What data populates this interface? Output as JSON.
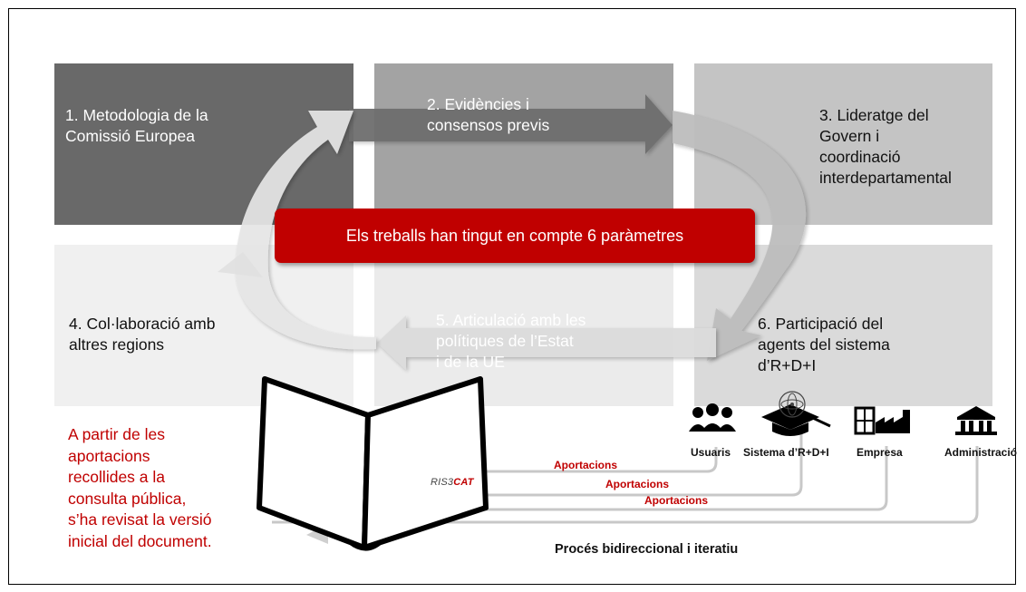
{
  "parameters": [
    {
      "label": "1. Metodologia de la\nComissió Europea",
      "color": "#696969"
    },
    {
      "label": "2. Evidències i\nconsensos previs",
      "color": "#a3a3a3"
    },
    {
      "label": "3. Lideratge del\nGovern i\ncoordinació\ninterdepartamental",
      "color": "#c4c4c4"
    },
    {
      "label": "4. Col·laboració amb\naltres regions",
      "color": "#f0f0f0"
    },
    {
      "label": "5. Articulació amb les\npolítiques de l’Estat\ni de la UE",
      "color": "#ebebeb"
    },
    {
      "label": "6. Participació del\nagents del sistema\nd’R+D+I",
      "color": "#dadada"
    }
  ],
  "banner": "Els treballs han tingut en compte 6 paràmetres",
  "note": "A partir de les\naportacions\nrecollides a la\nconsulta pública,\ns’ha revisat la versió\ninicial del document.",
  "document": {
    "prefix": "RIS3",
    "suffix": "CAT"
  },
  "stakeholders": [
    {
      "label": "Usuaris",
      "icon": "users-icon"
    },
    {
      "label": "Sistema d’R+D+I",
      "icon": "research-icon"
    },
    {
      "label": "Empresa",
      "icon": "factory-icon"
    },
    {
      "label": "Administració",
      "icon": "government-building-icon"
    }
  ],
  "flows": [
    "Aportacions",
    "Aportacions",
    "Aportacions"
  ],
  "footer": "Procés bidireccional i iteratiu",
  "colors": {
    "accent": "#c00000",
    "arrow_dark": "#6e6e6e",
    "arrow_light": "#e2e2e2"
  }
}
